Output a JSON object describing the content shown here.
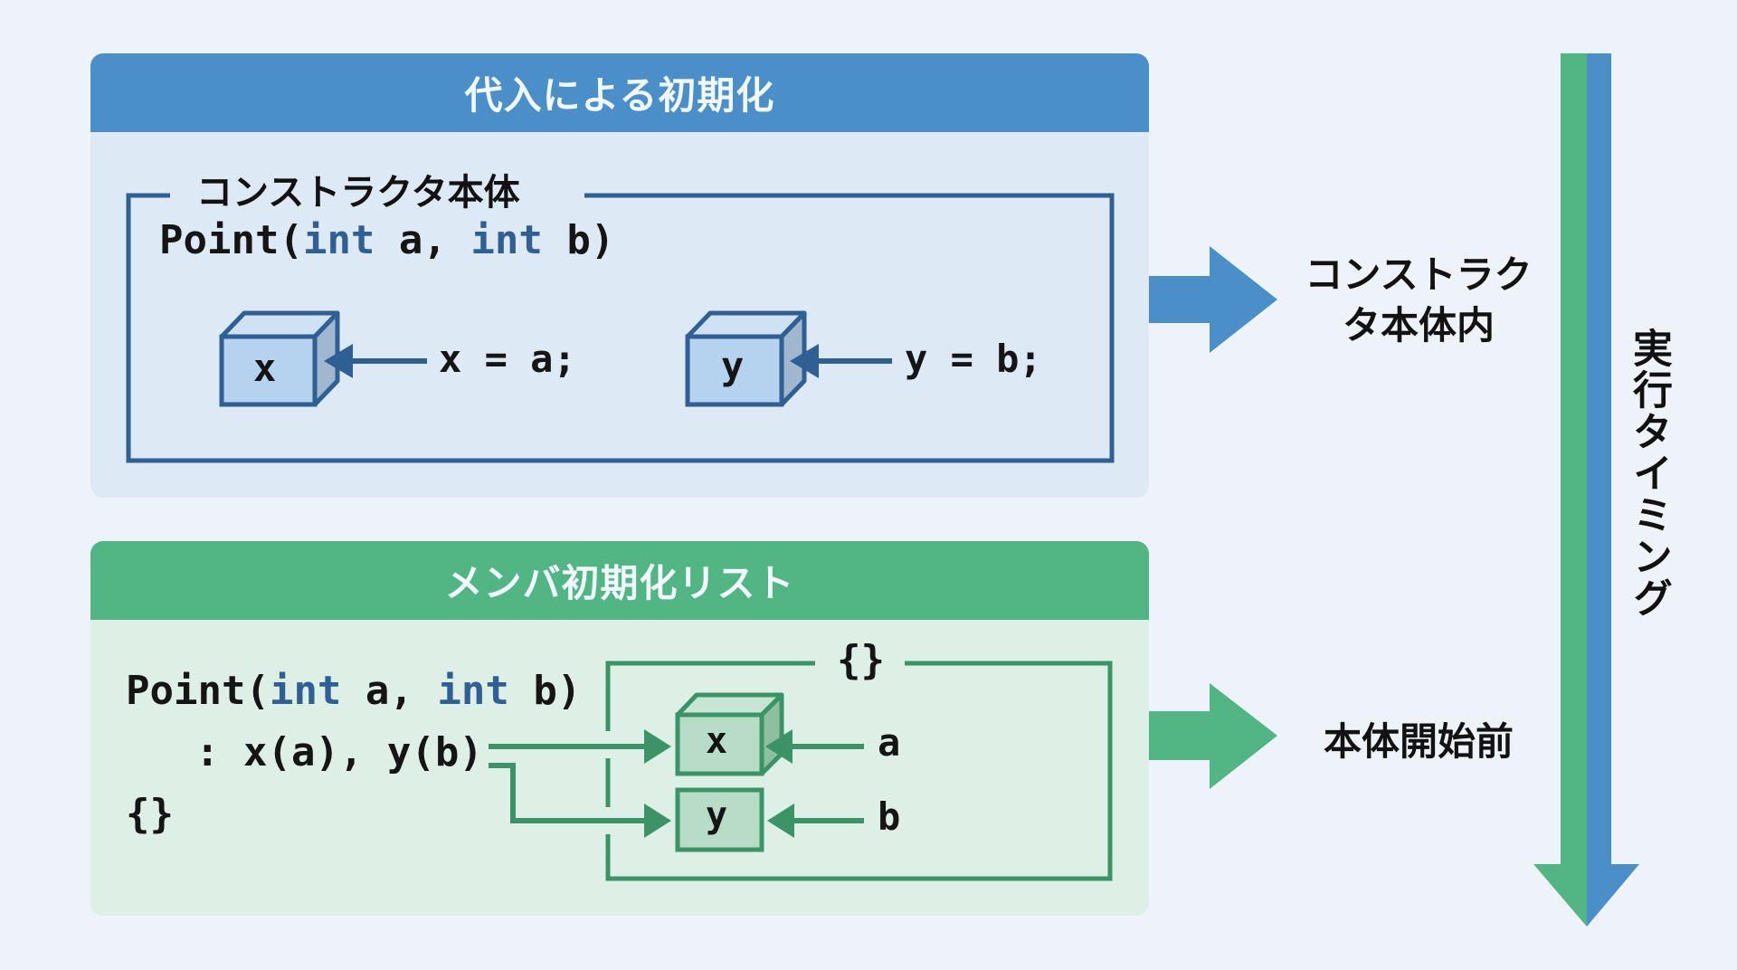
{
  "assignment": {
    "title": "代入による初期化",
    "frame_label": "コンストラクタ本体",
    "signature": {
      "name": "Point(",
      "kw1": "int",
      "p1": " a, ",
      "kw2": "int",
      "p2": " b)"
    },
    "members": [
      {
        "name": "x",
        "statement": "x = a;"
      },
      {
        "name": "y",
        "statement": "y = b;"
      }
    ],
    "timing_label_line1": "コンストラク",
    "timing_label_line2": "タ本体内"
  },
  "init_list": {
    "title": "メンバ初期化リスト",
    "signature": {
      "name": "Point(",
      "kw1": "int",
      "p1": " a, ",
      "kw2": "int",
      "p2": " b)"
    },
    "init_line": ": x(a), y(b)",
    "body": "{}",
    "frame_label": "{}",
    "members": [
      {
        "name": "x",
        "source": "a"
      },
      {
        "name": "y",
        "source": "b"
      }
    ],
    "timing_label": "本体開始前"
  },
  "timeline": {
    "label": "実行タイミング"
  },
  "colors": {
    "blue": "#4b8fc8",
    "green": "#52b584",
    "dark_blue": "#2f5f93",
    "dark_green": "#3a9468"
  }
}
